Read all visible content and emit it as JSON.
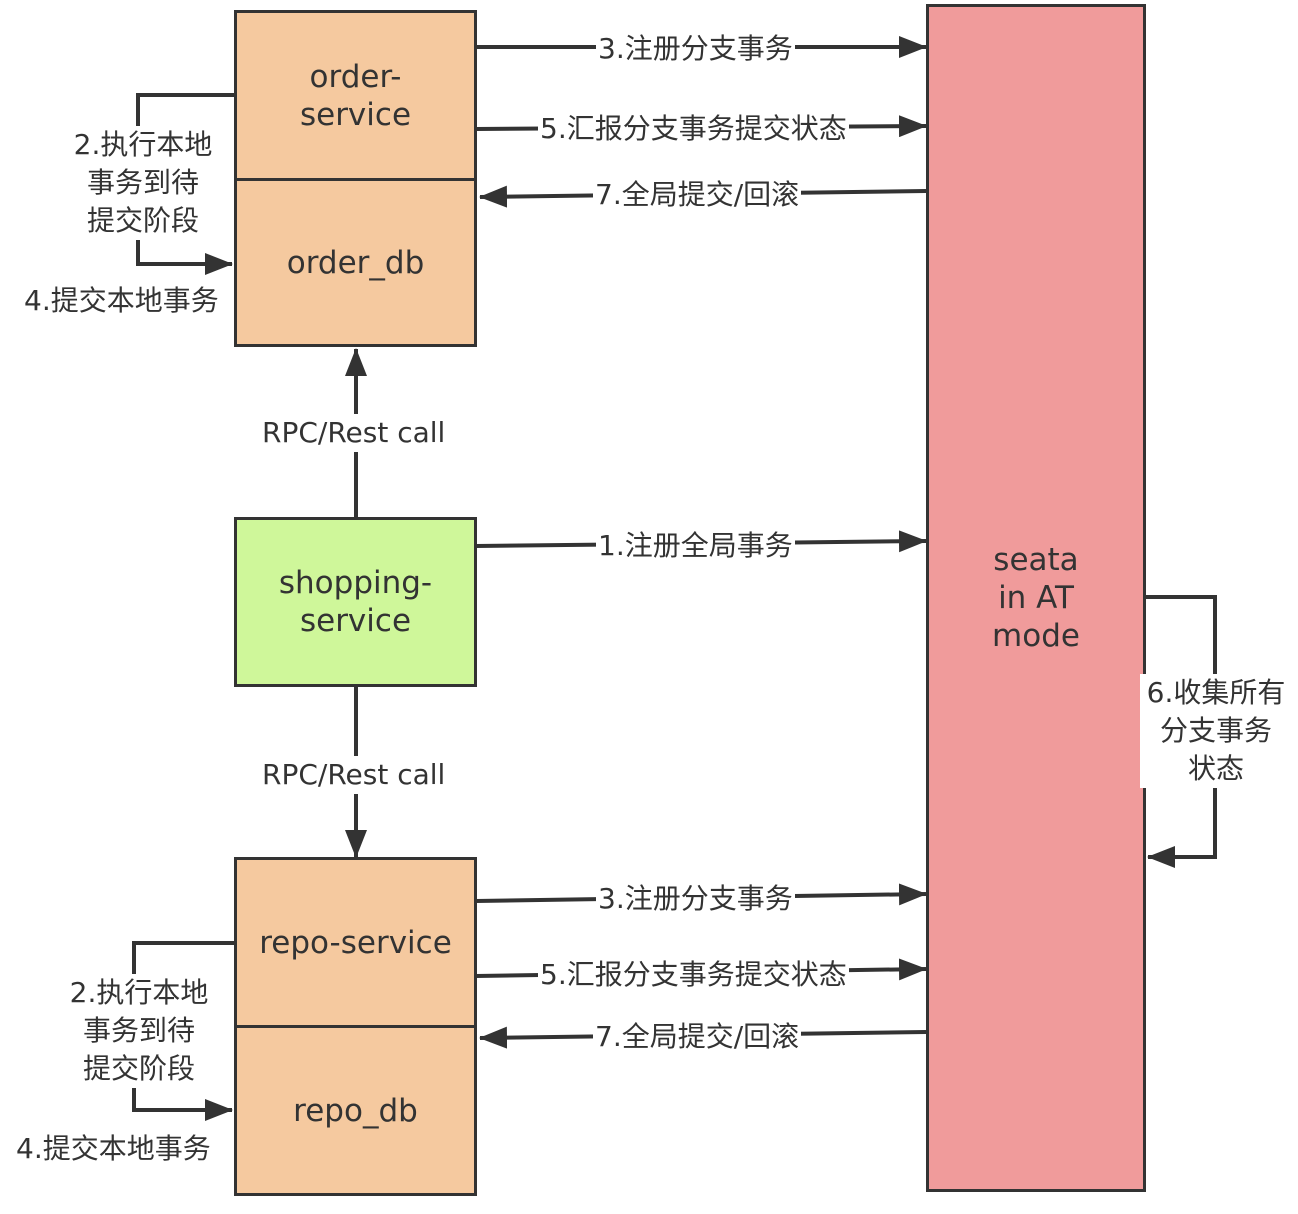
{
  "nodes": {
    "order_service": "order-\nservice",
    "order_db": "order_db",
    "shopping_service": "shopping-\nservice",
    "repo_service": "repo-service",
    "repo_db": "repo_db",
    "seata": "seata\nin AT\nmode"
  },
  "labels": {
    "register_global": "1.注册全局事务",
    "exec_local": "2.执行本地\n事务到待\n提交阶段",
    "register_branch": "3.注册分支事务",
    "commit_local": "4.提交本地事务",
    "report_branch": "5.汇报分支事务提交状态",
    "collect_status": "6.收集所有\n分支事务\n状态",
    "global_commit": "7.全局提交/回滚",
    "rpc_call": "RPC/Rest call"
  },
  "colors": {
    "service_fill": "#f5c99f",
    "shopping_fill": "#cff79a",
    "seata_fill": "#f09b9b",
    "line": "#333333"
  }
}
